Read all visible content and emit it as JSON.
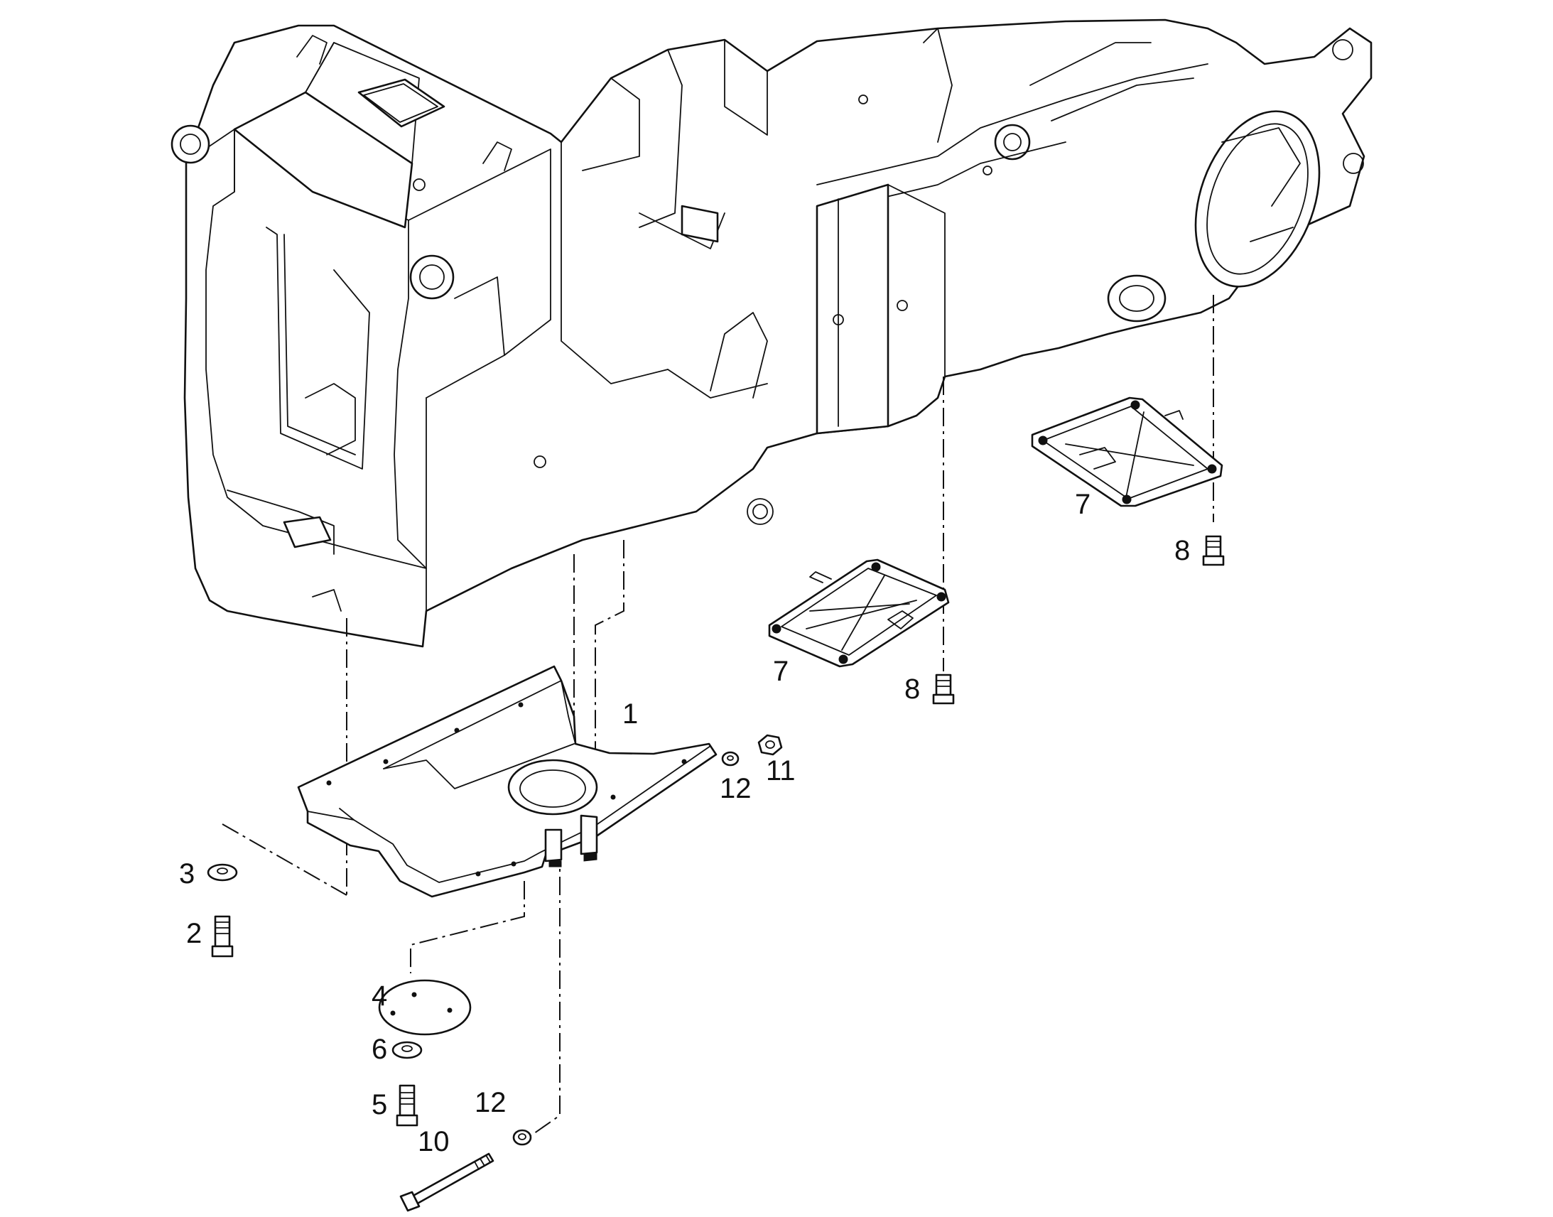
{
  "callouts": [
    {
      "id": "c1",
      "text": "1"
    },
    {
      "id": "c2",
      "text": "2"
    },
    {
      "id": "c3",
      "text": "3"
    },
    {
      "id": "c4",
      "text": "4"
    },
    {
      "id": "c5",
      "text": "5"
    },
    {
      "id": "c6",
      "text": "6"
    },
    {
      "id": "c7a",
      "text": "7"
    },
    {
      "id": "c7b",
      "text": "7"
    },
    {
      "id": "c8a",
      "text": "8"
    },
    {
      "id": "c8b",
      "text": "8"
    },
    {
      "id": "c10",
      "text": "10"
    },
    {
      "id": "c11",
      "text": "11"
    },
    {
      "id": "c12a",
      "text": "12"
    },
    {
      "id": "c12b",
      "text": "12"
    }
  ]
}
